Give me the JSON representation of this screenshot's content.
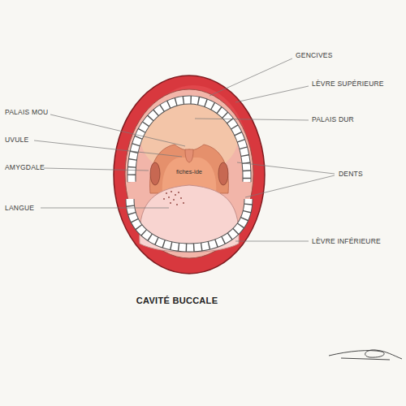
{
  "diagram": {
    "title": "CAVITÉ BUCCALE",
    "labels": [
      "GENCIVES",
      "LÈVRE SUPÉRIEURE",
      "PALAIS MOU",
      "PALAIS DUR",
      "UVULE",
      "AMYGDALE",
      "DENTS",
      "LANGUE",
      "LÈVRE INFÉRIEURE",
      "fiches-ide"
    ]
  }
}
